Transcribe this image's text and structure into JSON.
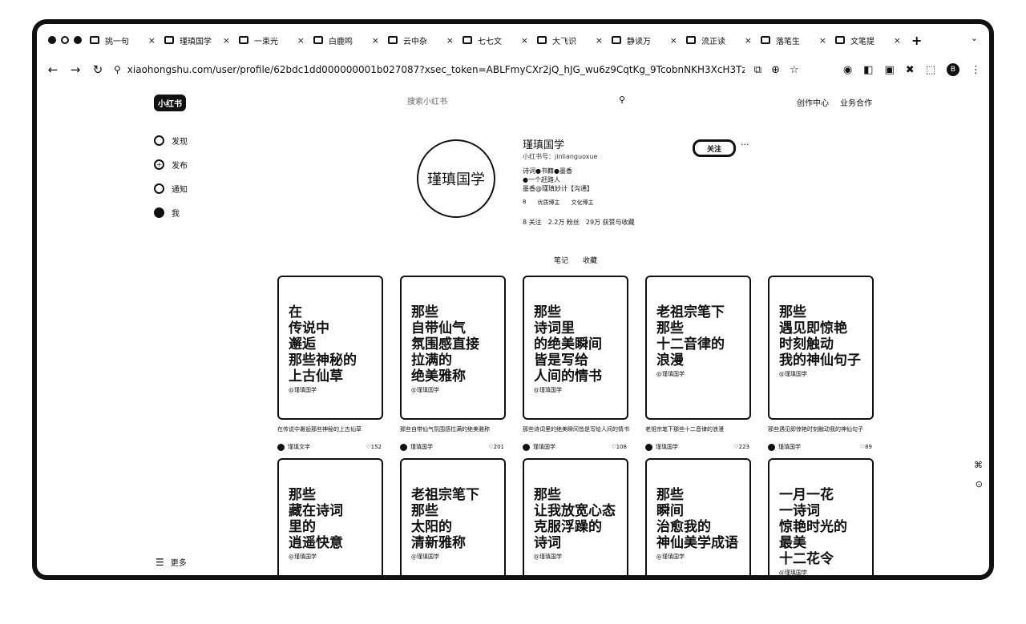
{
  "tabs": [
    {
      "label": "挑一句"
    },
    {
      "label": "瑾瑱国学"
    },
    {
      "label": "一束光"
    },
    {
      "label": "白鹿鸣"
    },
    {
      "label": "云中杂"
    },
    {
      "label": "七七文"
    },
    {
      "label": "大飞识"
    },
    {
      "label": "静读万"
    },
    {
      "label": "流正读"
    },
    {
      "label": "落笔生"
    },
    {
      "label": "文笔提"
    }
  ],
  "address": {
    "url": "xiaohongshu.com/user/profile/62bdc1dd000000001b027087?xsec_token=ABLFmyCXr2jQ_hJG_wu6z9CqtKg_9TcobnNKH3XcH3TzY=&x..."
  },
  "site": {
    "logo": "小红书",
    "search_placeholder": "搜索小红书",
    "top_links": [
      "创作中心",
      "业务合作"
    ]
  },
  "sidebar": {
    "items": [
      {
        "label": "发现"
      },
      {
        "label": "发布"
      },
      {
        "label": "通知"
      },
      {
        "label": "我"
      }
    ],
    "more": "更多"
  },
  "profile": {
    "avatar_text": "瑾瑱国学",
    "name": "瑾瑱国学",
    "id": "小红书号：jinlianguoxue",
    "bio": [
      "诗词●书籍●墨香",
      "●一个赶路人",
      "墨香@瑾瑱妙计【沟通】"
    ],
    "tags": [
      "8",
      "优质博主",
      "文化博主"
    ],
    "stats": [
      "8 关注",
      "2.2万 粉丝",
      "29万 获赞与收藏"
    ],
    "follow_label": "关注",
    "tabs": [
      "笔记",
      "收藏"
    ]
  },
  "notes": [
    {
      "cover": "在\n传说中\n邂逅\n那些神秘的\n上古仙草",
      "mark": "@瑾瑱国学",
      "title": "在传说中邂逅那些神秘的上古仙草",
      "author": "瑾瑱文字",
      "likes": "152"
    },
    {
      "cover": "那些\n自带仙气\n氛围感直接\n拉满的\n绝美雅称",
      "mark": "@瑾瑱国学",
      "title": "那些自带仙气氛围感拉满的绝美雅称",
      "author": "瑾瑱国学",
      "likes": "201"
    },
    {
      "cover": "那些\n诗词里\n的绝美瞬间\n皆是写给\n人间的情书",
      "mark": "@瑾瑱国学",
      "title": "那些诗词里的绝美瞬间皆是写给人间的情书",
      "author": "瑾瑱国学",
      "likes": "108"
    },
    {
      "cover": "老祖宗笔下\n那些\n十二音律的\n浪漫",
      "mark": "@瑾瑱国学",
      "title": "老祖宗笔下那些十二音律的浪漫",
      "author": "瑾瑱国学",
      "likes": "223"
    },
    {
      "cover": "那些\n遇见即惊艳\n时刻触动\n我的神仙句子",
      "mark": "@瑾瑱国学",
      "title": "那些遇见即惊艳时刻触动我的神仙句子",
      "author": "瑾瑱国学",
      "likes": "89"
    },
    {
      "cover": "那些\n藏在诗词\n里的\n逍遥快意",
      "mark": "@瑾瑱国学",
      "title": "",
      "author": "",
      "likes": ""
    },
    {
      "cover": "老祖宗笔下\n那些\n太阳的\n清新雅称",
      "mark": "@瑾瑱国学",
      "title": "",
      "author": "",
      "likes": ""
    },
    {
      "cover": "那些\n让我放宽心态\n克服浮躁的\n诗词",
      "mark": "@瑾瑱国学",
      "title": "",
      "author": "",
      "likes": ""
    },
    {
      "cover": "那些\n瞬间\n治愈我的\n神仙美学成语",
      "mark": "@瑾瑱国学",
      "title": "",
      "author": "",
      "likes": ""
    },
    {
      "cover": "一月一花\n一诗词\n惊艳时光的\n最美\n十二花令",
      "mark": "@瑾瑱国学",
      "title": "",
      "author": "",
      "likes": ""
    }
  ]
}
